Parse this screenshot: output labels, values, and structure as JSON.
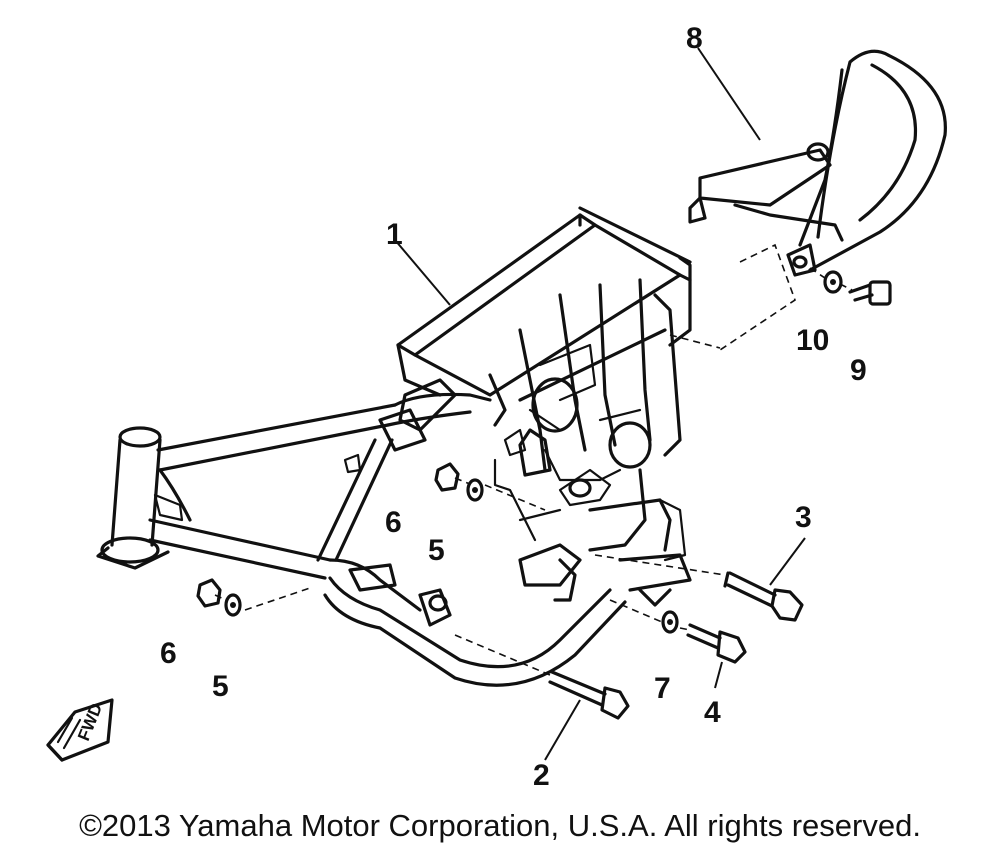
{
  "diagram": {
    "callouts": {
      "c1": "1",
      "c2": "2",
      "c3": "3",
      "c4": "4",
      "c5a": "5",
      "c5b": "5",
      "c6a": "6",
      "c6b": "6",
      "c7": "7",
      "c8": "8",
      "c9": "9",
      "c10": "10"
    },
    "fwd_label": "FWD",
    "copyright": "©2013 Yamaha Motor Corporation, U.S.A. All rights reserved."
  }
}
